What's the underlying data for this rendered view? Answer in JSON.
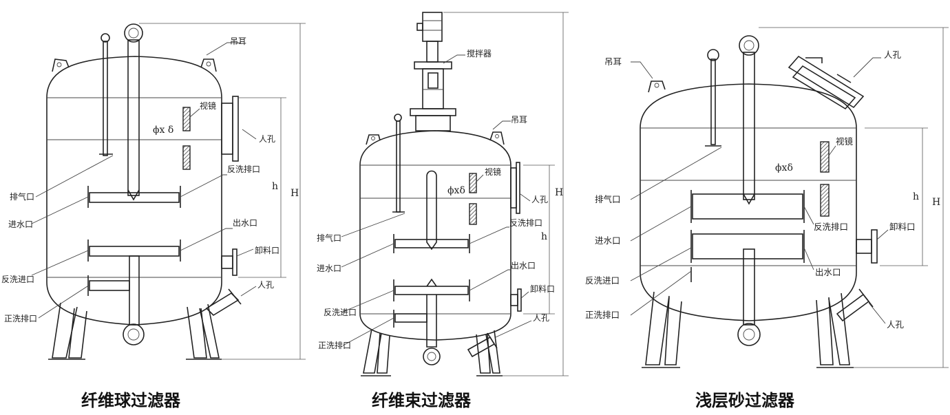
{
  "colors": {
    "line": "#222222",
    "background": "#ffffff",
    "hatch": "#333333"
  },
  "filters": [
    {
      "caption": "纤维球过滤器",
      "labels": {
        "lifting_lug": "吊耳",
        "sight_glass": "视镜",
        "manhole_side": "人孔",
        "dimension_symbol": "ϕx δ",
        "h": "h",
        "H": "H",
        "backwash_outlet": "反洗排口",
        "vent": "排气口",
        "inlet": "进水口",
        "outlet": "出水口",
        "discharge": "卸料口",
        "backwash_inlet": "反洗进口",
        "manhole_bottom": "人孔",
        "forward_wash_outlet": "正洗排口"
      }
    },
    {
      "caption": "纤维束过滤器",
      "labels": {
        "agitator": "搅拌器",
        "lifting_lug": "吊耳",
        "sight_glass": "视镜",
        "dimension_symbol": "ϕxδ",
        "manhole_side": "人孔",
        "h": "h",
        "H": "H",
        "vent": "排气口",
        "backwash_outlet": "反洗排口",
        "inlet": "进水口",
        "outlet": "出水口",
        "discharge": "卸料口",
        "backwash_inlet": "反洗进口",
        "manhole_bottom": "人孔",
        "forward_wash_outlet": "正洗排口"
      }
    },
    {
      "caption": "浅层砂过滤器",
      "labels": {
        "lifting_lug": "吊耳",
        "manhole_top": "人孔",
        "sight_glass": "视镜",
        "dimension_symbol": "ϕxδ",
        "h": "h",
        "H": "H",
        "vent": "排气口",
        "backwash_outlet": "反洗排口",
        "discharge": "卸料口",
        "inlet": "进水口",
        "outlet": "出水口",
        "backwash_inlet": "反洗进口",
        "forward_wash_outlet": "正洗排口",
        "manhole_bottom": "人孔"
      }
    }
  ]
}
